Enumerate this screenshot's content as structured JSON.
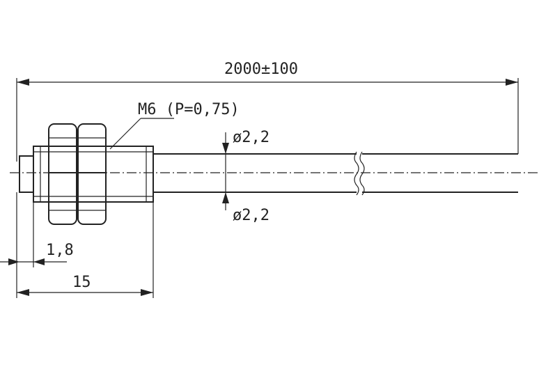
{
  "dimensions": {
    "total_length": "2000±100",
    "thread": "M6 (P=0,75)",
    "diameter_top": "ø2,2",
    "diameter_bottom": "ø2,2",
    "tip_length": "1,8",
    "thread_length": "15"
  }
}
